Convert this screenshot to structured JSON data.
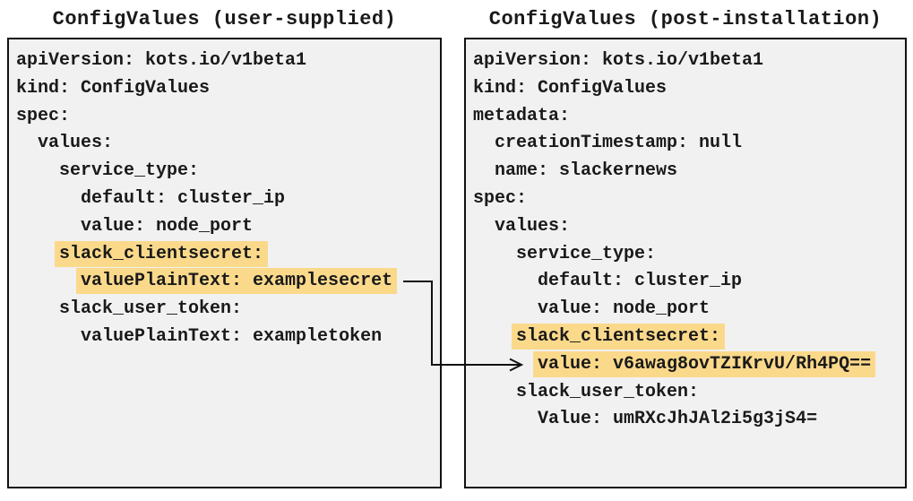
{
  "diagram": {
    "left_panel": {
      "title": "ConfigValues (user-supplied)",
      "lines": [
        {
          "indent": 0,
          "text": "apiVersion: kots.io/v1beta1",
          "highlight": false
        },
        {
          "indent": 0,
          "text": "kind: ConfigValues",
          "highlight": false
        },
        {
          "indent": 0,
          "text": "spec:",
          "highlight": false
        },
        {
          "indent": 2,
          "text": "values:",
          "highlight": false
        },
        {
          "indent": 4,
          "text": "service_type:",
          "highlight": false
        },
        {
          "indent": 6,
          "text": "default: cluster_ip",
          "highlight": false
        },
        {
          "indent": 6,
          "text": "value: node_port",
          "highlight": false
        },
        {
          "indent": 4,
          "text": "slack_clientsecret:",
          "highlight": true
        },
        {
          "indent": 6,
          "text": "valuePlainText: examplesecret",
          "highlight": true
        },
        {
          "indent": 4,
          "text": "slack_user_token:",
          "highlight": false
        },
        {
          "indent": 6,
          "text": "valuePlainText: exampletoken",
          "highlight": false
        }
      ]
    },
    "right_panel": {
      "title": "ConfigValues (post-installation)",
      "lines": [
        {
          "indent": 0,
          "text": "apiVersion: kots.io/v1beta1",
          "highlight": false
        },
        {
          "indent": 0,
          "text": "kind: ConfigValues",
          "highlight": false
        },
        {
          "indent": 0,
          "text": "metadata:",
          "highlight": false
        },
        {
          "indent": 2,
          "text": "creationTimestamp: null",
          "highlight": false
        },
        {
          "indent": 2,
          "text": "name: slackernews",
          "highlight": false
        },
        {
          "indent": 0,
          "text": "spec:",
          "highlight": false
        },
        {
          "indent": 2,
          "text": "values:",
          "highlight": false
        },
        {
          "indent": 4,
          "text": "service_type:",
          "highlight": false
        },
        {
          "indent": 6,
          "text": "default: cluster_ip",
          "highlight": false
        },
        {
          "indent": 6,
          "text": "value: node_port",
          "highlight": false
        },
        {
          "indent": 4,
          "text": "slack_clientsecret:",
          "highlight": true
        },
        {
          "indent": 6,
          "text": "value: v6awag8ovTZIKrvU/Rh4PQ==",
          "highlight": true
        },
        {
          "indent": 4,
          "text": "slack_user_token:",
          "highlight": false
        },
        {
          "indent": 6,
          "text": "Value: umRXcJhJAl2i5g3jS4=",
          "highlight": false
        }
      ]
    },
    "arrow": {
      "type": "elbow-connector",
      "from_text": "valuePlainText: examplesecret",
      "to_text": "value: v6awag8ovTZIKrvU/Rh4PQ=="
    },
    "colors": {
      "highlight": "#fbd98b",
      "panel_bg": "#f1f1f1",
      "panel_border": "#111111",
      "text": "#1a1a1a",
      "arrow": "#111111"
    }
  }
}
